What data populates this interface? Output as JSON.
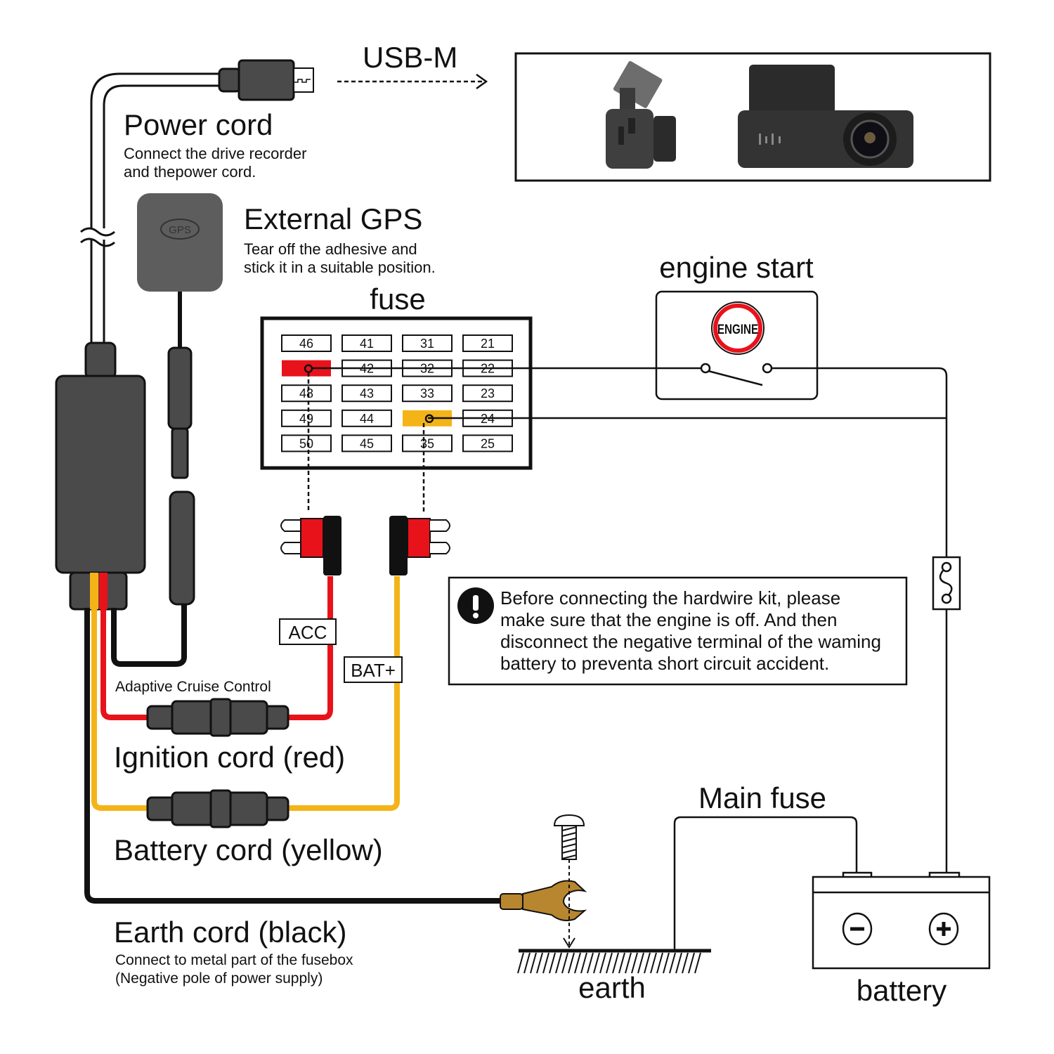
{
  "usb": {
    "label": "USB-M"
  },
  "power_cord": {
    "title": "Power cord",
    "desc_line1": "Connect the drive recorder",
    "desc_line2": "and thepower cord."
  },
  "gps": {
    "title": "External GPS",
    "desc_line1": "Tear off the adhesive and",
    "desc_line2": "stick it in a suitable position.",
    "badge": "GPS"
  },
  "fuse_box": {
    "title": "fuse",
    "rows": [
      [
        "46",
        "41",
        "31",
        "21"
      ],
      [
        "",
        "42",
        "32",
        "22"
      ],
      [
        "48",
        "43",
        "33",
        "23"
      ],
      [
        "49",
        "44",
        "",
        "24"
      ],
      [
        "50",
        "45",
        "35",
        "25"
      ]
    ],
    "highlight_acc": {
      "row": 1,
      "col": 0,
      "color": "#e8121b"
    },
    "highlight_bat": {
      "row": 3,
      "col": 2,
      "color": "#f4b418"
    }
  },
  "engine": {
    "title": "engine start",
    "badge": "ENGINE"
  },
  "warning": {
    "lines": [
      "Before connecting the hardwire kit, please",
      "make sure that the engine is off. And then",
      "disconnect the negative terminal of the waming",
      "battery to preventa short circuit accident."
    ]
  },
  "tags": {
    "acc": "ACC",
    "bat": "BAT+"
  },
  "cords": {
    "acc_note": "Adaptive Cruise Control",
    "ignition": "Ignition cord (red)",
    "battery": "Battery cord (yellow)",
    "earth_title": "Earth cord (black)",
    "earth_desc1": "Connect to metal part of the fusebox",
    "earth_desc2": "(Negative pole of power supply)"
  },
  "main_fuse": {
    "label": "Main fuse"
  },
  "earth": {
    "label": "earth"
  },
  "battery": {
    "label": "battery",
    "neg": "−",
    "pos": "+"
  },
  "colors": {
    "red": "#e8121b",
    "yellow": "#f4b418",
    "black": "#111111",
    "device": "#4a4a4a",
    "brass": "#b8862e"
  }
}
